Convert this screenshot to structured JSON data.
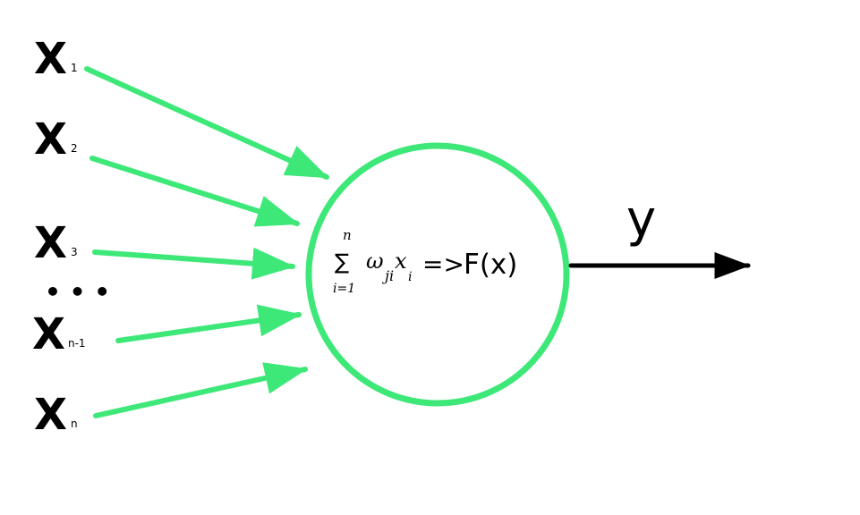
{
  "inputs": [
    {
      "symbol": "X",
      "subscript": "1"
    },
    {
      "symbol": "X",
      "subscript": "2"
    },
    {
      "symbol": "X",
      "subscript": "3"
    },
    {
      "symbol": "X",
      "subscript": "n-1"
    },
    {
      "symbol": "X",
      "subscript": "n"
    }
  ],
  "ellipsis": "• • •",
  "neuron": {
    "sum_symbol": "∑",
    "sum_upper": "n",
    "sum_lower": "i=1",
    "weight": "ω",
    "weight_sub": "ji",
    "input_var": "x",
    "input_sub": "i",
    "maps_to": "=>",
    "activation": "F(x)"
  },
  "output": {
    "label": "y"
  },
  "colors": {
    "edge": "#3ee878",
    "neuron_stroke": "#3ee878",
    "output_arrow": "#000000",
    "text": "#000000"
  }
}
